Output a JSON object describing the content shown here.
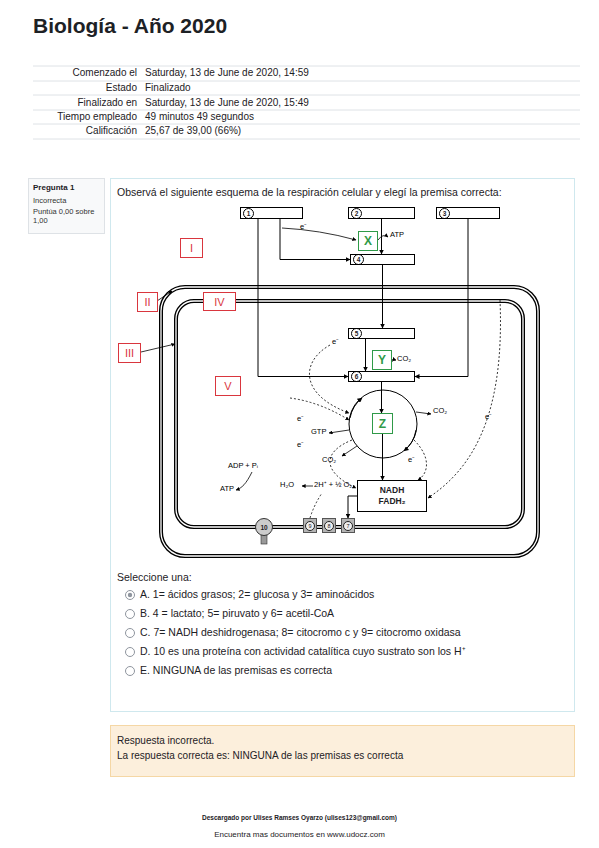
{
  "diagram": {
    "title": "Biología - Año 2020",
    "nodes": [
      {
        "text": [
          "1"
        ]
      },
      {
        "text": [
          "2"
        ]
      },
      {
        "text": [
          "3"
        ]
      },
      {
        "text": [
          "X"
        ]
      },
      {
        "text": [
          "4"
        ]
      },
      {
        "text": [
          "I"
        ]
      },
      {
        "text": [
          "II"
        ]
      },
      {
        "text": [
          "IV"
        ]
      },
      {
        "text": [
          "III"
        ]
      },
      {
        "text": [
          "5"
        ]
      },
      {
        "text": [
          "Y"
        ]
      },
      {
        "text": [
          "6"
        ]
      },
      {
        "text": [
          "V"
        ]
      },
      {
        "text": [
          "Z"
        ]
      },
      {
        "text": [
          "NADH FADH₂"
        ]
      },
      {
        "text": [
          "10"
        ]
      },
      {
        "text": [
          "9"
        ]
      },
      {
        "text": [
          "8"
        ]
      },
      {
        "text": [
          "7"
        ]
      }
    ],
    "edges": [
      {
        "from": 1,
        "to": 4,
        "arrow": "to"
      },
      {
        "from": 0,
        "to": 4,
        "arrow": "to"
      },
      {
        "from": 0,
        "to": 11,
        "arrow": "to"
      },
      {
        "from": 2,
        "to": 11,
        "arrow": "to"
      },
      {
        "from": 4,
        "to": 9,
        "arrow": "to"
      },
      {
        "from": 9,
        "to": 11,
        "arrow": "to"
      },
      {
        "from": 11,
        "to": 13,
        "arrow": "to"
      },
      {
        "from": 13,
        "to": 14,
        "arrow": "to"
      },
      {
        "from": 14,
        "to": 18,
        "arrow": "to"
      }
    ],
    "labels": [
      "Comenzado el",
      "Saturday, 13 de June de 2020, 14:59",
      "Estado",
      "Finalizado",
      "Finalizado en",
      "Saturday, 13 de June de 2020, 15:49",
      "Tiempo empleado",
      "49 minutos 49 segundos",
      "Calificación",
      "25,67 de 39,00 (66%)",
      "Pregunta 1",
      "Incorrecta",
      "Puntúa 0,00 sobre 1,00",
      "Observá el siguiente esquema de la respiración celular y elegí la premisa correcta:",
      "e⁻",
      "ATP",
      "e⁻",
      "CO₂",
      "e⁻",
      "e⁻",
      "GTP",
      "CO₂",
      "CO₂",
      "e⁻",
      "e⁻",
      "ADP + Pᵢ",
      "ATP",
      "H₂O",
      "2H⁺ + ½ O₂",
      "Seleccione una:",
      "A. 1= ácidos grasos; 2= glucosa y 3= aminoácidos",
      "B. 4 = lactato; 5= piruvato y 6= acetil-CoA",
      "C. 7= NADH deshidrogenasa; 8= citocromo c y 9= citocromo oxidasa",
      "D. 10 es una proteína con actividad catalítica cuyo sustrato son los H⁺",
      "E. NINGUNA de las premisas es correcta",
      "Respuesta incorrecta.",
      "La respuesta correcta es: NINGUNA de las premisas es correcta",
      "Descargado por Ulises Ramses Oyarzo (ulises123@gmail.com)",
      "Encuentra mas documentos en www.udocz.com"
    ]
  }
}
